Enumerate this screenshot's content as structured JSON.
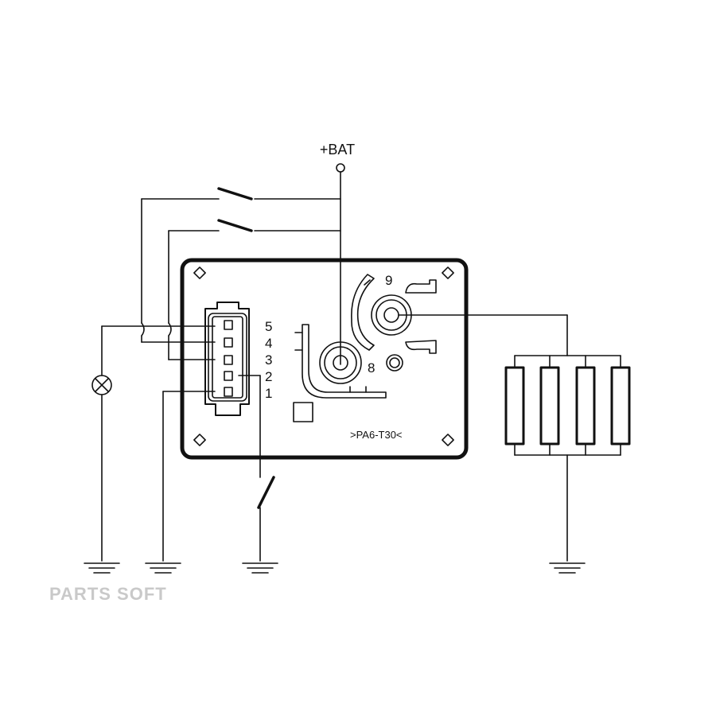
{
  "power_label": "+BAT",
  "pins": [
    "5",
    "4",
    "3",
    "2",
    "1"
  ],
  "terminals": {
    "t9": "9",
    "t8": "8"
  },
  "model_label": ">PA6-T30<",
  "watermark": "PARTS SOFT"
}
